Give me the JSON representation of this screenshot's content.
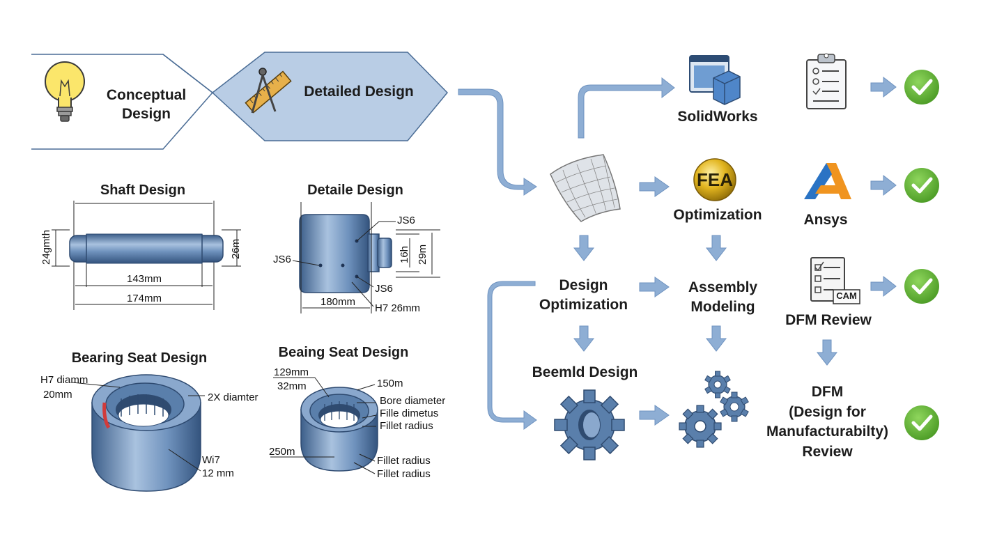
{
  "stages": {
    "conceptual": "Conceptual\nDesign",
    "detailed": "Detailed Design"
  },
  "shaft": {
    "title": "Shaft Design",
    "dim_left": "24gmth",
    "dim_right": "26m",
    "dim_inner": "143mm",
    "dim_total": "174mm"
  },
  "detail_part": {
    "title": "Detaile Design",
    "js6_top": "JS6",
    "js6_left": "JS6",
    "js6_bottom": "JS6",
    "dim_16": "16h",
    "dim_29": "29m",
    "dim_180": "180mm",
    "h7": "H7 26mm"
  },
  "bearing_left": {
    "title": "Bearing Seat Design",
    "h7": "H7 diamm",
    "d20": "20mm",
    "dia": "2X diamter",
    "w7": "Wi7",
    "d12": "12 mm"
  },
  "bearing_right": {
    "title": "Beaing Seat Design",
    "d129": "129mm",
    "d32": "32mm",
    "d150": "150m",
    "bore": "Bore diameter",
    "fille": "Fille dimetus",
    "fillet1": "Fillet radius",
    "d25": "250m",
    "fillet2": "Fillet radius",
    "fillet3": "Fillet radius"
  },
  "flow": {
    "solidworks": "SolidWorks",
    "fea_badge": "FEA",
    "optimization": "Optimization",
    "ansys": "Ansys",
    "design_opt": "Design\nOptimization",
    "assembly": "Assembly\nModeling",
    "dfm_review": "DFM Review",
    "cam": "CAM",
    "beemld": "Beemld Design",
    "dfm_full": "DFM\n(Design for\nManufacturabilty)\nReview"
  },
  "colors": {
    "arrow": "#8eaed4",
    "arrow_stroke": "#6f93c0",
    "part_blue": "#5a7fab",
    "check_green": "#5fb235",
    "hex_fill": "#b9cde5"
  }
}
